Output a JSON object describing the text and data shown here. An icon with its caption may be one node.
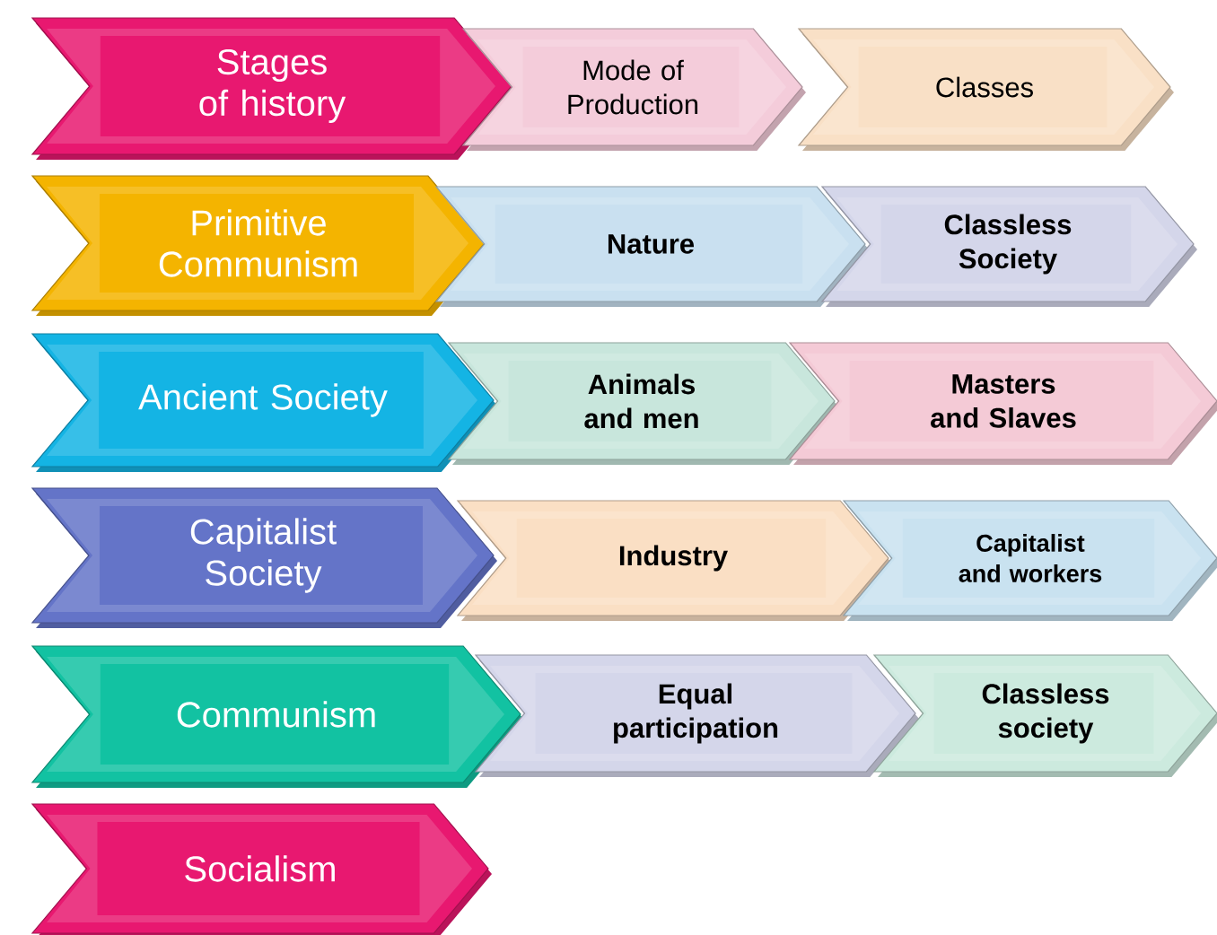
{
  "diagram": {
    "nodes": [
      {
        "text": [
          "Stages of history"
        ]
      },
      {
        "text": [
          "Mode of Production"
        ]
      },
      {
        "text": [
          "Classes"
        ]
      },
      {
        "text": [
          "Primitive Communism"
        ]
      },
      {
        "text": [
          "Nature"
        ]
      },
      {
        "text": [
          "Classless Society"
        ]
      },
      {
        "text": [
          "Ancient Society"
        ]
      },
      {
        "text": [
          "Animals and men"
        ]
      },
      {
        "text": [
          "Masters and Slaves"
        ]
      },
      {
        "text": [
          "Capitalist Society"
        ]
      },
      {
        "text": [
          "Industry"
        ]
      },
      {
        "text": [
          "Capitalist and workers"
        ]
      },
      {
        "text": [
          "Communism"
        ]
      },
      {
        "text": [
          "Equal participation"
        ]
      },
      {
        "text": [
          "Classless society"
        ]
      },
      {
        "text": [
          "Socialism"
        ]
      }
    ]
  }
}
